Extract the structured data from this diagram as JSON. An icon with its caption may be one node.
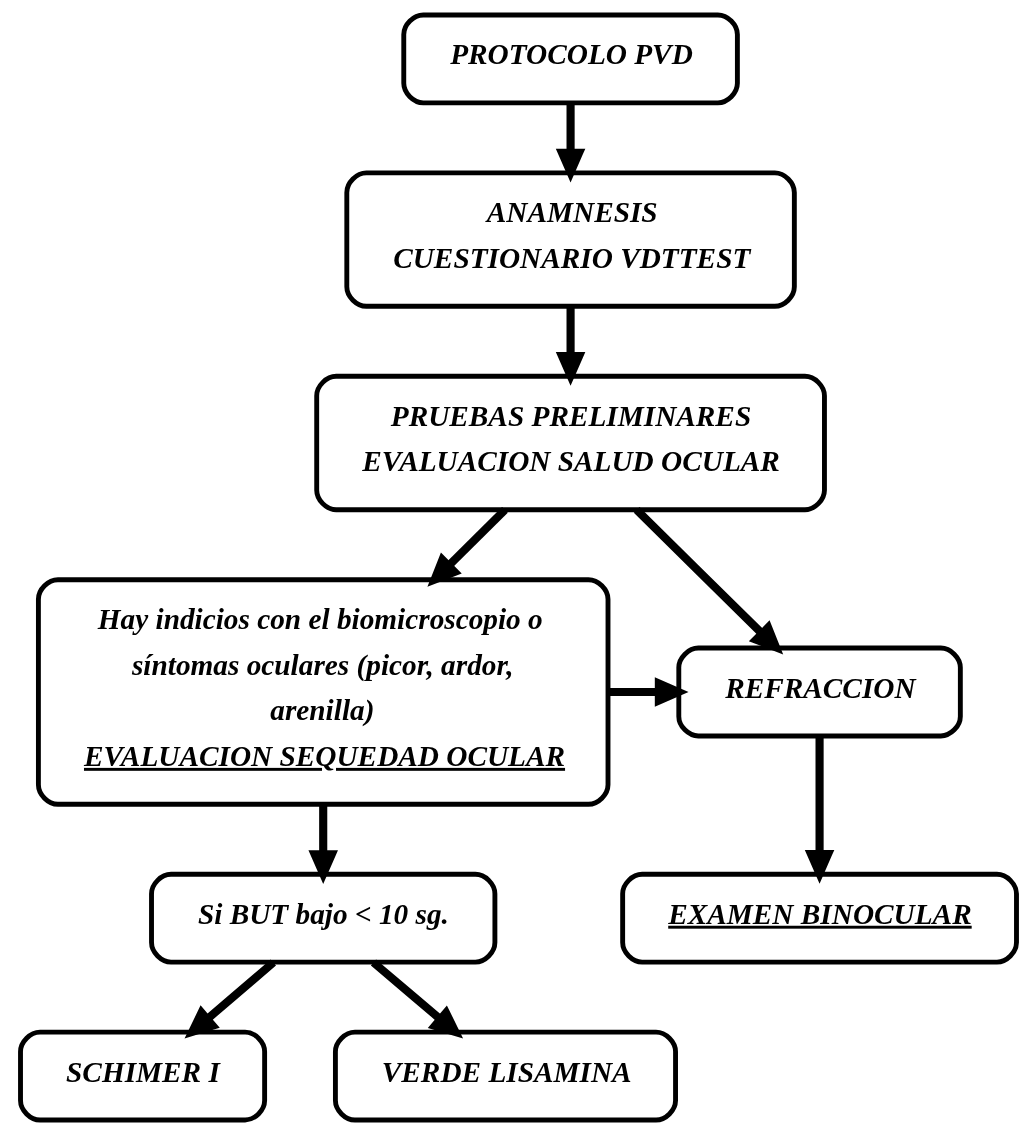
{
  "diagram": {
    "nodes": [
      {
        "text": [
          "PROTOCOLO PVD"
        ]
      },
      {
        "text": [
          "ANAMNESIS",
          "CUESTIONARIO VDTTEST"
        ]
      },
      {
        "text": [
          "PRUEBAS PRELIMINARES",
          "EVALUACION SALUD OCULAR"
        ]
      },
      {
        "text": [
          "Hay indicios con el biomicroscopio o síntomas oculares (picor, ardor, arenilla)",
          "EVALUACION SEQUEDAD OCULAR"
        ]
      },
      {
        "text": [
          "REFRACCION"
        ]
      },
      {
        "text": [
          "EXAMEN BINOCULAR"
        ]
      },
      {
        "text": [
          "Si BUT bajo < 10 sg."
        ]
      },
      {
        "text": [
          "SCHIMER I"
        ]
      },
      {
        "text": [
          "VERDE LISAMINA"
        ]
      }
    ],
    "edges": [
      {
        "from": 0,
        "to": 1,
        "arrow": "to"
      },
      {
        "from": 1,
        "to": 2,
        "arrow": "to"
      },
      {
        "from": 2,
        "to": 3,
        "arrow": "to"
      },
      {
        "from": 2,
        "to": 4,
        "arrow": "to"
      },
      {
        "from": 3,
        "to": 4,
        "arrow": "to"
      },
      {
        "from": 4,
        "to": 5,
        "arrow": "to"
      },
      {
        "from": 3,
        "to": 6,
        "arrow": "to"
      },
      {
        "from": 6,
        "to": 7,
        "arrow": "to"
      },
      {
        "from": 6,
        "to": 8,
        "arrow": "to"
      }
    ]
  }
}
